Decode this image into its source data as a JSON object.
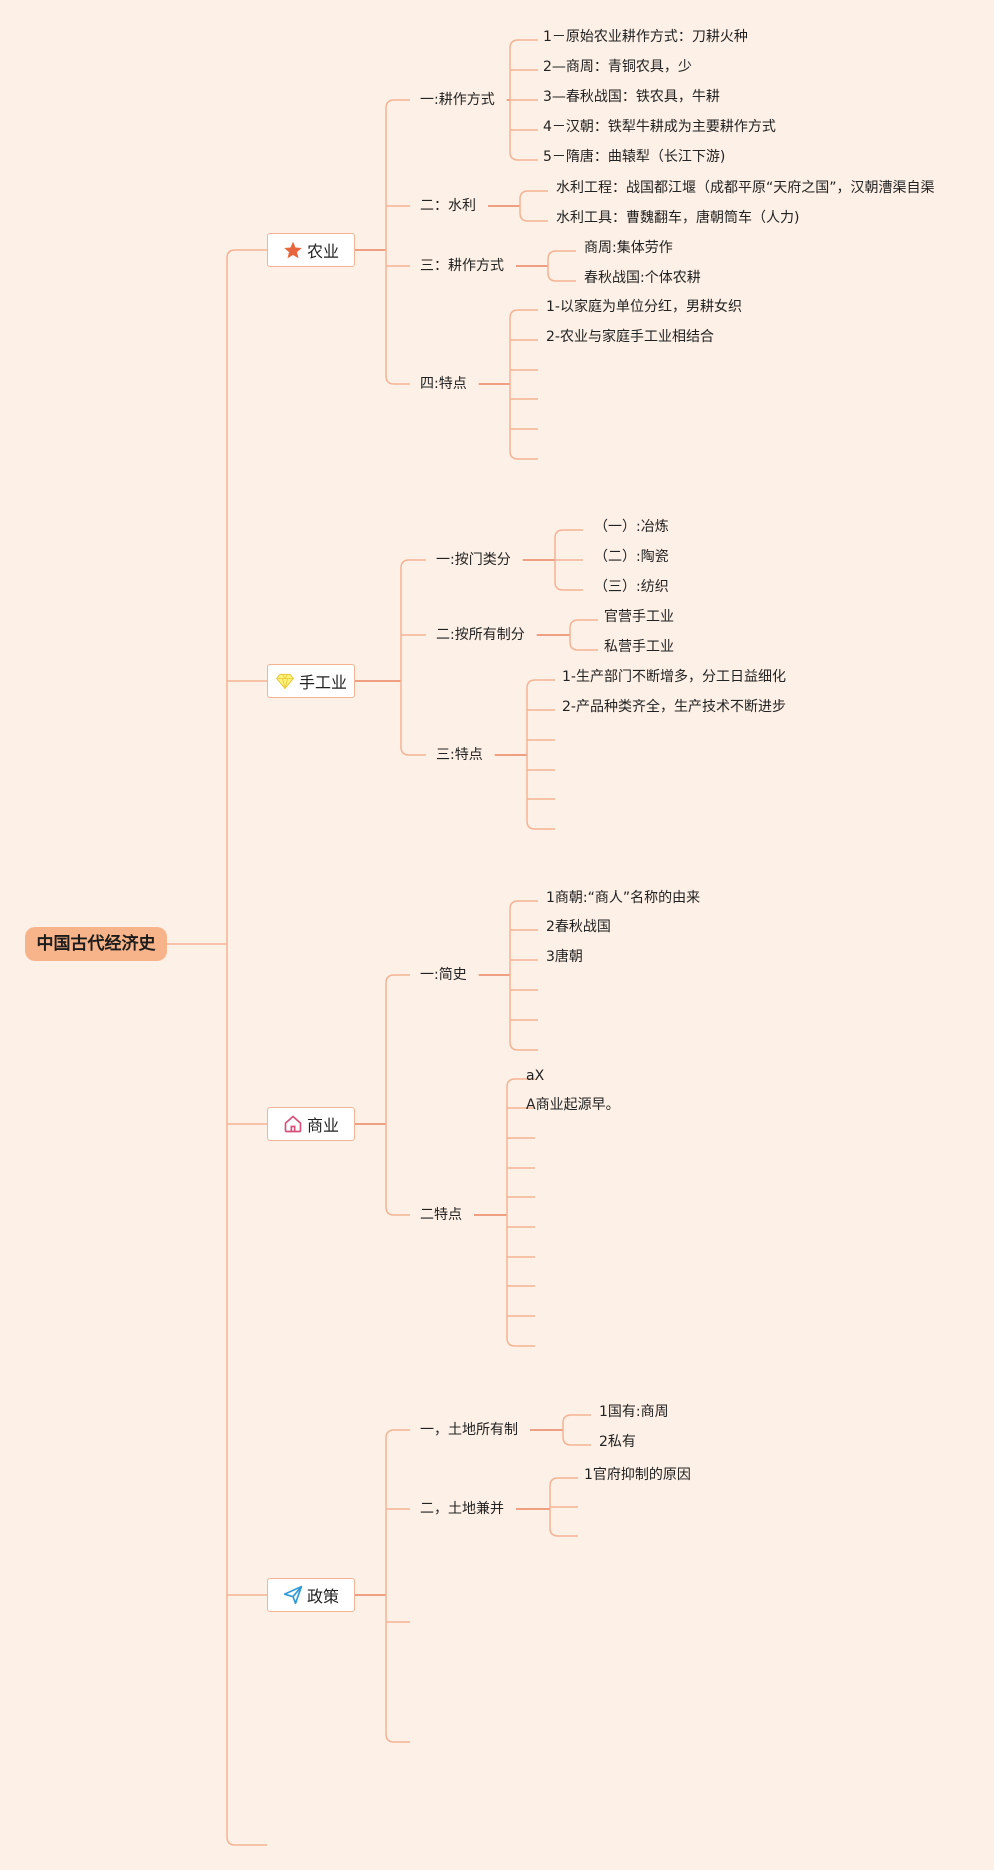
{
  "root": "中国古代经济史",
  "colors": {
    "background": "#fdf0e6",
    "root_fill": "#f7b48b",
    "line": "#f4b394",
    "line_accent": "#ec8660"
  },
  "categories": [
    {
      "label": "农业",
      "icon": "star-icon",
      "sections": [
        {
          "label": "一:耕作方式",
          "items": [
            "1－原始农业耕作方式：刀耕火种",
            "2—商周：青铜农具，少",
            "3—春秋战国：铁农具，牛耕",
            "4－汉朝：铁犁牛耕成为主要耕作方式",
            "5－隋唐：曲辕犁（长江下游)"
          ]
        },
        {
          "label": "二：水利",
          "items": [
            "水利工程：战国都江堰（成都平原“天府之国”，汉朝漕渠自渠",
            "水利工具：曹魏翻车，唐朝筒车（人力)"
          ]
        },
        {
          "label": "三：耕作方式",
          "items": [
            "商周:集体劳作",
            "春秋战国:个体农耕"
          ]
        },
        {
          "label": "四:特点",
          "items": [
            "1-以家庭为单位分红，男耕女织",
            "2-农业与家庭手工业相结合",
            "",
            "",
            "",
            ""
          ]
        }
      ]
    },
    {
      "label": "手工业",
      "icon": "diamond-icon",
      "sections": [
        {
          "label": "一:按门类分",
          "items": [
            "（一）:冶炼",
            "（二）:陶瓷",
            "（三）:纺织"
          ]
        },
        {
          "label": "二:按所有制分",
          "items": [
            "官营手工业",
            "私营手工业"
          ]
        },
        {
          "label": "三:特点",
          "items": [
            "1-生产部门不断增多，分工日益细化",
            "2-产品种类齐全，生产技术不断进步",
            "",
            "",
            "",
            ""
          ]
        }
      ]
    },
    {
      "label": "商业",
      "icon": "house-icon",
      "sections": [
        {
          "label": "一:简史",
          "items": [
            "1商朝:“商人”名称的由来",
            "2春秋战国",
            "3唐朝",
            "",
            "",
            ""
          ]
        },
        {
          "label": "二特点",
          "items": [
            "aX",
            "A商业起源早。",
            "",
            "",
            "",
            "",
            "",
            "",
            "",
            ""
          ]
        }
      ]
    },
    {
      "label": "政策",
      "icon": "paper-plane-icon",
      "sections": [
        {
          "label": "一，土地所有制",
          "items": [
            "1国有:商周",
            "2私有"
          ]
        },
        {
          "label": "二，土地兼并",
          "items": [
            "1官府抑制的原因",
            "",
            ""
          ]
        },
        {
          "label": "",
          "items": []
        },
        {
          "label": "",
          "items": []
        }
      ]
    }
  ]
}
